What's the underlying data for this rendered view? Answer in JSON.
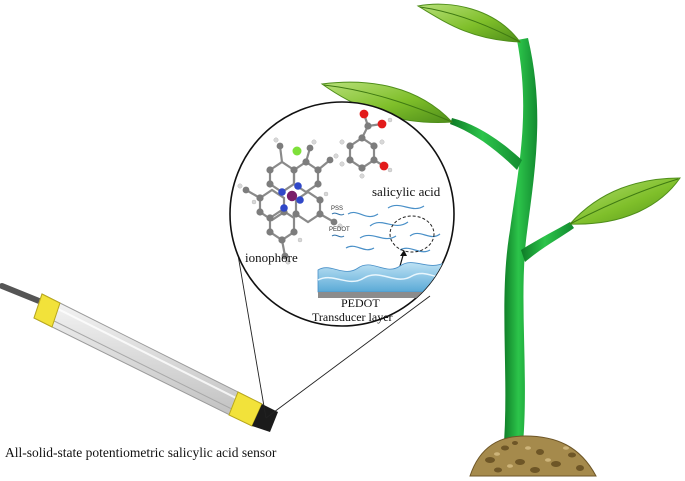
{
  "labels": {
    "salicylic_acid": "salicylic acid",
    "ionophore": "ionophore",
    "pss": "PSS",
    "pedot_small": "PEDOT",
    "pedot": "PEDOT",
    "transducer_layer": "Transducer layer",
    "caption": "All-solid-state potentiometric salicylic acid sensor"
  },
  "colors": {
    "leaf": "#7fbf2a",
    "stem": "#1fae3c",
    "soil": "#a58a4c",
    "chlorine": "#7ee03a",
    "oxygen": "#e21b1b",
    "metal_center": "#7a1f6a",
    "nitrogen": "#3048c8",
    "pedot_layer": "#7ec3e6",
    "electrode_band": "#f2e23a"
  },
  "icons": {
    "plant": "plant-icon",
    "electrode": "electrode-icon",
    "magnifier": "magnifier-circle",
    "molecule": "molecule-icon"
  }
}
